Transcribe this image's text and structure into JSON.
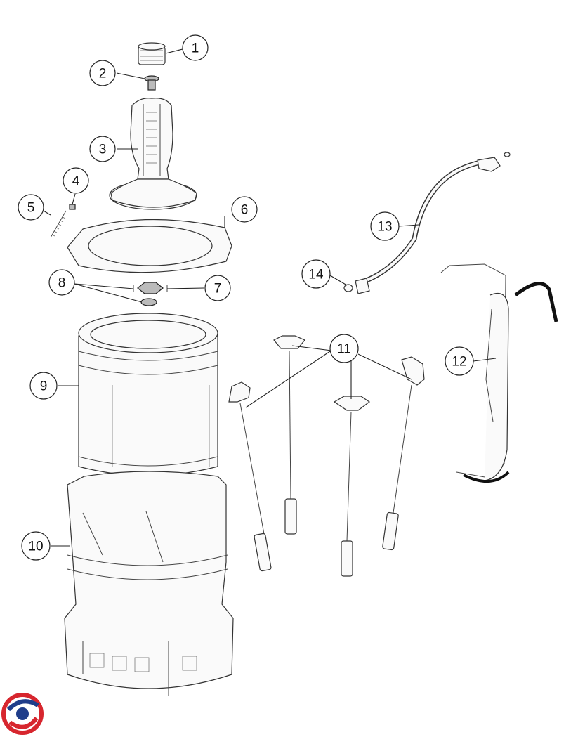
{
  "diagram": {
    "callouts": [
      {
        "id": "callout-1",
        "label": "1"
      },
      {
        "id": "callout-2",
        "label": "2"
      },
      {
        "id": "callout-3",
        "label": "3"
      },
      {
        "id": "callout-4",
        "label": "4"
      },
      {
        "id": "callout-5",
        "label": "5"
      },
      {
        "id": "callout-6",
        "label": "6"
      },
      {
        "id": "callout-7",
        "label": "7"
      },
      {
        "id": "callout-8",
        "label": "8"
      },
      {
        "id": "callout-9",
        "label": "9"
      },
      {
        "id": "callout-10",
        "label": "10"
      },
      {
        "id": "callout-11",
        "label": "11"
      },
      {
        "id": "callout-12",
        "label": "12"
      },
      {
        "id": "callout-13",
        "label": "13"
      },
      {
        "id": "callout-14",
        "label": "14"
      }
    ],
    "colors": {
      "line": "#222222",
      "logo_red": "#d7262e",
      "logo_blue": "#1f3d8a"
    }
  }
}
